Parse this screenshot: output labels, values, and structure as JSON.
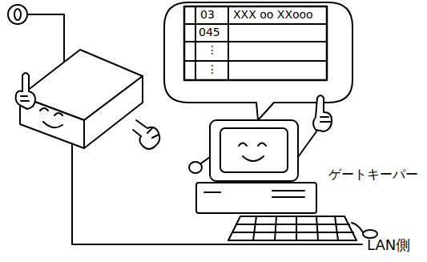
{
  "diagram": {
    "nodes": [
      {
        "text": [
          "ゲートキーパー"
        ]
      }
    ],
    "labels": [
      "03",
      "XXX oo XXooo",
      "045",
      "⋮",
      "⋮",
      "LAN側"
    ]
  }
}
